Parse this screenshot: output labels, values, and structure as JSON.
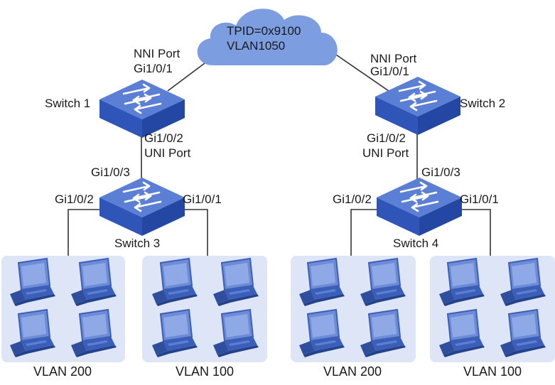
{
  "cloud": {
    "tpid": "TPID=0x9100",
    "vlan": "VLAN1050"
  },
  "switches": [
    {
      "id": "s1",
      "name": "Switch 1"
    },
    {
      "id": "s2",
      "name": "Switch 2"
    },
    {
      "id": "s3",
      "name": "Switch 3"
    },
    {
      "id": "s4",
      "name": "Switch 4"
    }
  ],
  "ports": {
    "s1_nni_type": "NNI Port",
    "s1_nni_port": "Gi1/0/1",
    "s1_uni_port": "Gi1/0/2",
    "s1_uni_type": "UNI Port",
    "s2_nni_type": "NNI Port",
    "s2_nni_port": "Gi1/0/1",
    "s2_uni_port": "Gi1/0/2",
    "s2_uni_type": "UNI Port",
    "s3_up": "Gi1/0/3",
    "s3_left": "Gi1/0/2",
    "s3_right": "Gi1/0/1",
    "s4_up": "Gi1/0/3",
    "s4_left": "Gi1/0/2",
    "s4_right": "Gi1/0/1"
  },
  "groups": [
    {
      "label": "VLAN 200"
    },
    {
      "label": "VLAN 100"
    },
    {
      "label": "VLAN 200"
    },
    {
      "label": "VLAN 100"
    }
  ],
  "colors": {
    "switch_top": "#5b7fd4",
    "switch_side": "#2f55b8",
    "switch_side_dark": "#2447a3",
    "cloud": "#7c9de0",
    "group_bg": "#dde5f7",
    "line": "#333333",
    "laptop_screen": "#6d8bd6",
    "laptop_body": "#3b5fb8"
  }
}
